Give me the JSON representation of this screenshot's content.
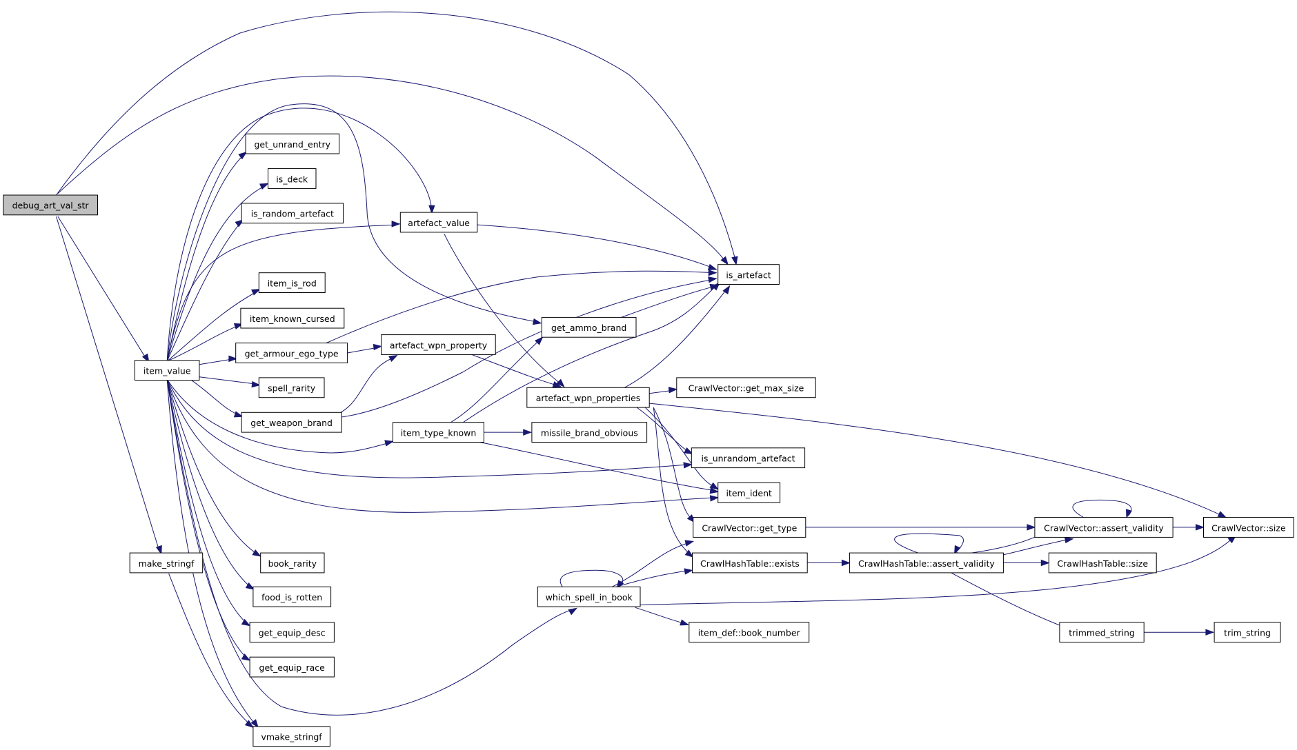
{
  "colors": {
    "edge": "#191970",
    "root_fill": "#bfbfbf",
    "node_fill": "#ffffff",
    "node_border": "#000000"
  },
  "nodes": {
    "debug_art_val_str": "debug_art_val_str",
    "item_value": "item_value",
    "make_stringf": "make_stringf",
    "vmake_stringf": "vmake_stringf",
    "get_unrand_entry": "get_unrand_entry",
    "is_deck": "is_deck",
    "is_random_artefact": "is_random_artefact",
    "item_is_rod": "item_is_rod",
    "item_known_cursed": "item_known_cursed",
    "get_armour_ego_type": "get_armour_ego_type",
    "spell_rarity": "spell_rarity",
    "get_weapon_brand": "get_weapon_brand",
    "book_rarity": "book_rarity",
    "food_is_rotten": "food_is_rotten",
    "get_equip_desc": "get_equip_desc",
    "get_equip_race": "get_equip_race",
    "artefact_value": "artefact_value",
    "artefact_wpn_property": "artefact_wpn_property",
    "item_type_known": "item_type_known",
    "which_spell_in_book": "which_spell_in_book",
    "get_ammo_brand": "get_ammo_brand",
    "artefact_wpn_properties": "artefact_wpn_properties",
    "missile_brand_obvious": "missile_brand_obvious",
    "is_artefact": "is_artefact",
    "cv_get_max_size": "CrawlVector::get_max_size",
    "is_unrandom_artefact": "is_unrandom_artefact",
    "item_ident": "item_ident",
    "cv_get_type": "CrawlVector::get_type",
    "cht_exists": "CrawlHashTable::exists",
    "item_def_book_number": "item_def::book_number",
    "cht_assert_validity": "CrawlHashTable::assert_validity",
    "cv_assert_validity": "CrawlVector::assert_validity",
    "cht_size": "CrawlHashTable::size",
    "trimmed_string": "trimmed_string",
    "trim_string": "trim_string",
    "cv_size": "CrawlVector::size"
  }
}
